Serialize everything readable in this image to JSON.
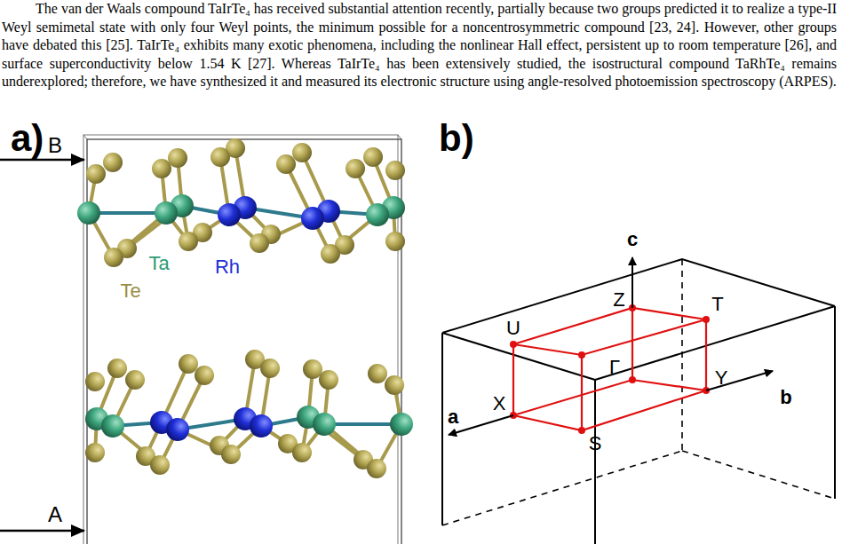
{
  "diagram": {
    "labels": [
      "The van der Waals compound TaIrTe₄ has received substantial attention recently, partially because two groups predicted it to realize a type-II Weyl semimetal state with only four Weyl points, the minimum possible for a noncentrosymmetric compound [23, 24]. However, other groups have debated this [25]. TaIrTe₄ exhibits many exotic phenomena, including the nonlinear Hall effect, persistent up to room temperature [26], and surface superconductivity below 1.54 K [27]. Whereas TaIrTe₄ has been extensively studied, the isostructural compound TaRhTe₄ remains underexplored; therefore, we have synthesized it and measured its electronic structure using angle-resolved photoemission spectroscopy (ARPES).",
      "a)",
      "B",
      "Ta",
      "Rh",
      "Te",
      "A",
      "b)",
      "c",
      "Z",
      "T",
      "U",
      "Γ",
      "Y",
      "b",
      "X",
      "a",
      "S"
    ]
  }
}
